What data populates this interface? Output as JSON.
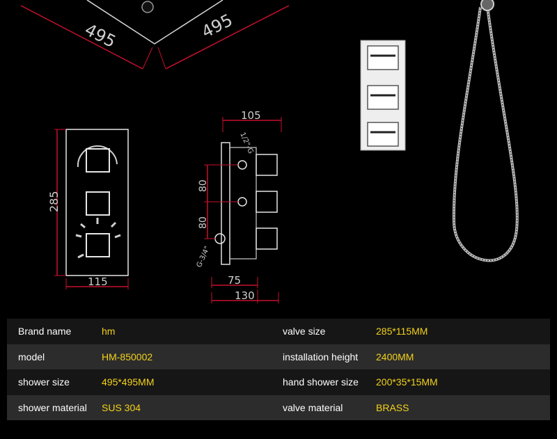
{
  "drawing": {
    "top_dims": [
      "495",
      "495"
    ],
    "valve_front": {
      "height": "285",
      "width": "115"
    },
    "valve_side": {
      "top": "105",
      "pitch_upper": "80",
      "pitch_lower": "80",
      "bottom_inner": "75",
      "bottom_outer": "130",
      "port_upper": "1/2\"-G",
      "port_lower": "G-3/4\""
    },
    "colors": {
      "background": "#000000",
      "dimension_line": "#c8102e",
      "text_value": "#f3d21b"
    }
  },
  "specs": [
    {
      "label_1": "Brand name",
      "value_1": "hm",
      "label_2": "valve size",
      "value_2": "285*115MM"
    },
    {
      "label_1": "model",
      "value_1": "HM-850002",
      "label_2": "installation height",
      "value_2": "2400MM"
    },
    {
      "label_1": "shower size",
      "value_1": "495*495MM",
      "label_2": "hand shower size",
      "value_2": "200*35*15MM"
    },
    {
      "label_1": "shower material",
      "value_1": "SUS 304",
      "label_2": "valve material",
      "value_2": "BRASS"
    }
  ]
}
